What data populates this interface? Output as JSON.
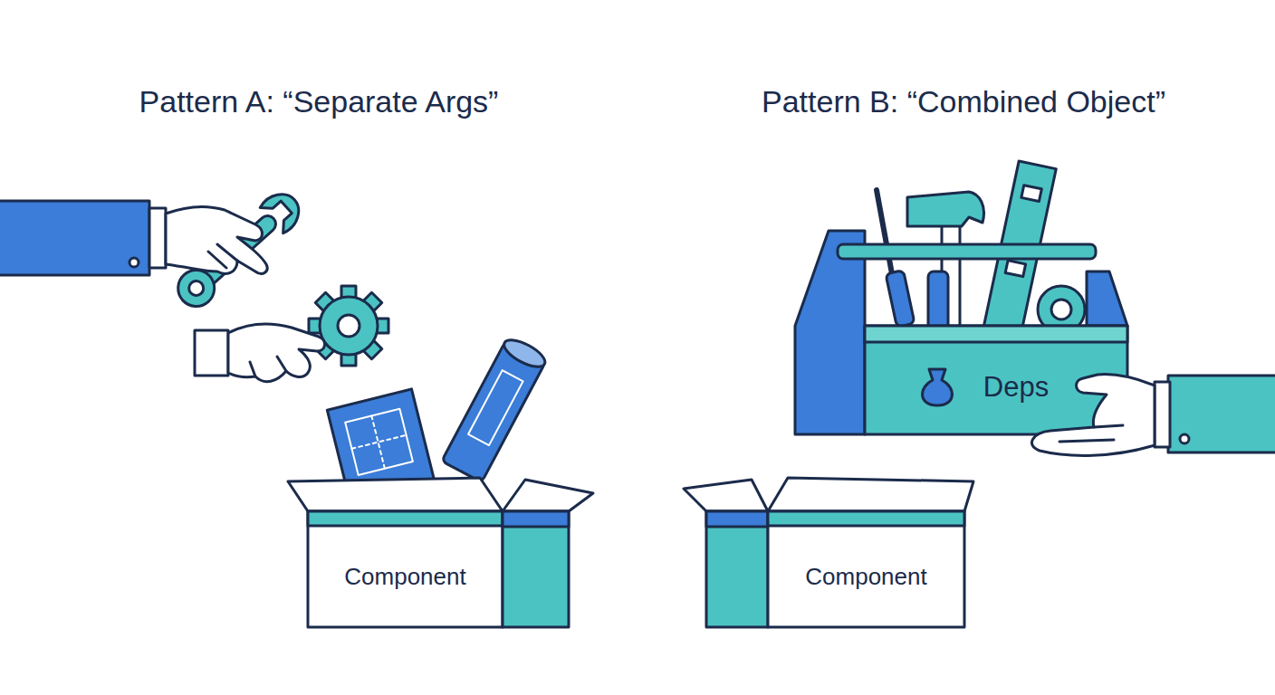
{
  "diagram": {
    "nodes": [
      {
        "text": [
          "Component"
        ]
      },
      {
        "text": [
          "Deps"
        ]
      },
      {
        "text": [
          "Component"
        ]
      }
    ],
    "labels": [
      "Pattern A: “Separate Args”",
      "Pattern B: “Combined Object”"
    ]
  }
}
